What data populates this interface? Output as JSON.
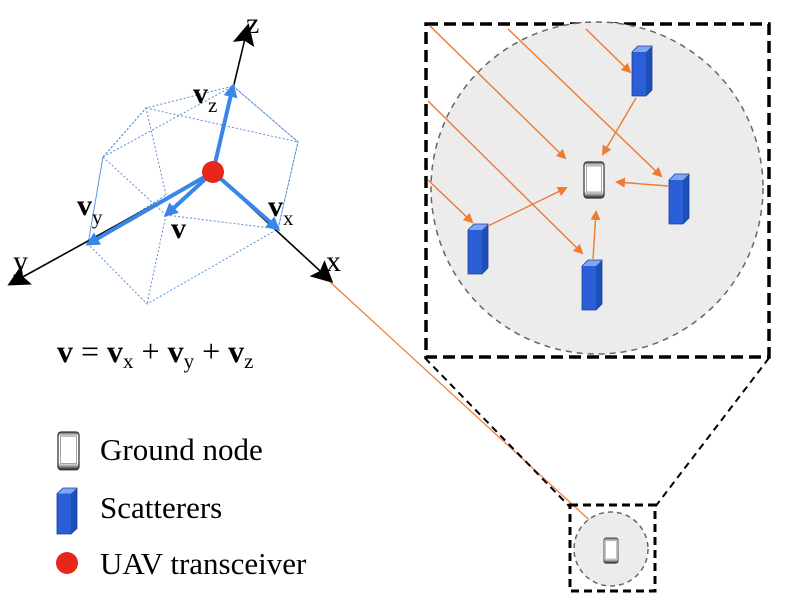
{
  "colors": {
    "ray": "#ef7a30",
    "vector": "#3a86e8",
    "box": "#5a8fd6",
    "zone_fill": "#ececec",
    "zone_stroke": "#666666",
    "uav": "#e8261a",
    "scatterer": "#2a5fd8",
    "axis": "#000000"
  },
  "axes": {
    "z": "z",
    "y": "y",
    "x": "x"
  },
  "vectors": {
    "v": "v",
    "vx": {
      "base": "v",
      "sub": "x"
    },
    "vy": {
      "base": "v",
      "sub": "y"
    },
    "vz": {
      "base": "v",
      "sub": "z"
    }
  },
  "equation": {
    "lhs": "v",
    "equals": " = ",
    "plus": " + ",
    "terms": [
      {
        "base": "v",
        "sub": "x"
      },
      {
        "base": "v",
        "sub": "y"
      },
      {
        "base": "v",
        "sub": "z"
      }
    ]
  },
  "legend": {
    "ground_node": {
      "icon": "phone-icon",
      "label": "Ground node"
    },
    "scatterers": {
      "icon": "block-icon",
      "label": "Scatterers"
    },
    "uav": {
      "icon": "red-dot-icon",
      "label": "UAV transceiver"
    }
  }
}
